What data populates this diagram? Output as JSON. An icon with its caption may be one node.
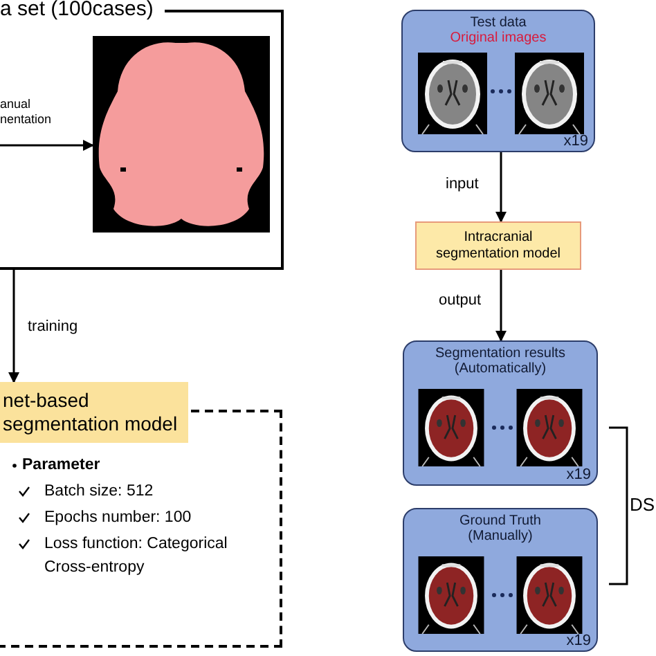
{
  "diagram": {
    "nodes": [
      {
        "text": [
          "a set (100cases)"
        ]
      },
      {
        "text": [],
        "shape": "picture",
        "in": 0
      },
      {
        "text": [
          "net-based segmentation model"
        ]
      },
      {
        "text": [
          "Parameter",
          "Batch size: 512",
          "Epochs number: 100",
          "Loss function: Categorical Cross-entropy"
        ]
      },
      {
        "text": [
          "Test data",
          "Original images",
          "x19"
        ]
      },
      {
        "text": [],
        "shape": "picture",
        "in": 4
      },
      {
        "text": [],
        "shape": "picture",
        "in": 4
      },
      {
        "text": [
          "Intracranial segmentation model"
        ]
      },
      {
        "text": [
          "Segmentation results (Automatically)",
          "x19"
        ]
      },
      {
        "text": [],
        "shape": "picture",
        "in": 8
      },
      {
        "text": [],
        "shape": "picture",
        "in": 8
      },
      {
        "text": [
          "Ground Truth (Manually)",
          "x19"
        ]
      },
      {
        "text": [],
        "shape": "picture",
        "in": 11
      },
      {
        "text": [],
        "shape": "picture",
        "in": 11
      }
    ],
    "edges": [
      {
        "from": null,
        "to": 1,
        "arrow": "to",
        "label": "anual nentation"
      },
      {
        "from": 0,
        "to": 2,
        "arrow": "to",
        "label": "training"
      },
      {
        "from": 4,
        "to": 7,
        "arrow": "to",
        "label": "input"
      },
      {
        "from": 7,
        "to": 8,
        "arrow": "to",
        "label": "output"
      }
    ],
    "labels": [
      "DS"
    ]
  }
}
